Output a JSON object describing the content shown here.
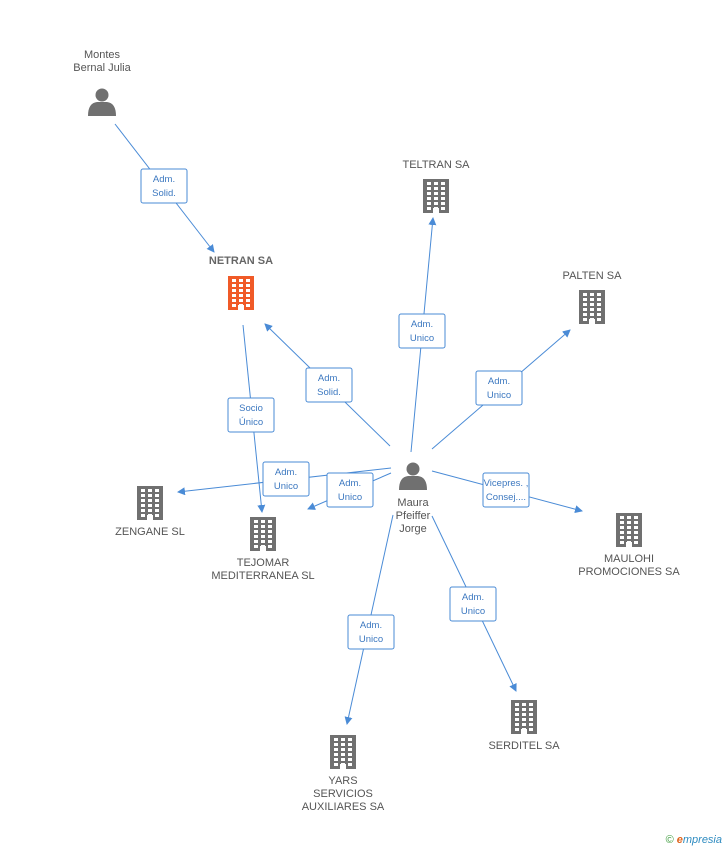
{
  "colors": {
    "edge": "#4a8bd6",
    "person": "#707070",
    "company": "#707070",
    "focus_company": "#f05a28"
  },
  "nodes": [
    {
      "id": "montes",
      "kind": "person",
      "lines": [
        "Montes",
        "Bernal Julia"
      ]
    },
    {
      "id": "netran",
      "kind": "company",
      "focus": true,
      "lines": [
        "NETRAN SA"
      ]
    },
    {
      "id": "teltran",
      "kind": "company",
      "lines": [
        "TELTRAN SA"
      ]
    },
    {
      "id": "palten",
      "kind": "company",
      "lines": [
        "PALTEN SA"
      ]
    },
    {
      "id": "maura",
      "kind": "person",
      "lines": [
        "Maura",
        "Pfeiffer",
        "Jorge"
      ]
    },
    {
      "id": "zengane",
      "kind": "company",
      "lines": [
        "ZENGANE SL"
      ]
    },
    {
      "id": "tejomar",
      "kind": "company",
      "lines": [
        "TEJOMAR",
        "MEDITERRANEA SL"
      ]
    },
    {
      "id": "maulohi",
      "kind": "company",
      "lines": [
        "MAULOHI",
        "PROMOCIONES SA"
      ]
    },
    {
      "id": "yars",
      "kind": "company",
      "lines": [
        "YARS",
        "SERVICIOS",
        "AUXILIARES SA"
      ]
    },
    {
      "id": "serditel",
      "kind": "company",
      "lines": [
        "SERDITEL SA"
      ]
    }
  ],
  "edges": [
    {
      "from": "montes",
      "to": "netran",
      "label": [
        "Adm.",
        "Solid."
      ]
    },
    {
      "from": "maura",
      "to": "netran",
      "label": [
        "Adm.",
        "Solid."
      ]
    },
    {
      "from": "netran",
      "to": "tejomar",
      "label": [
        "Socio",
        "Único"
      ]
    },
    {
      "from": "maura",
      "to": "teltran",
      "label": [
        "Adm.",
        "Unico"
      ]
    },
    {
      "from": "maura",
      "to": "palten",
      "label": [
        "Adm.",
        "Unico"
      ]
    },
    {
      "from": "maura",
      "to": "zengane",
      "label": [
        "Adm.",
        "Unico"
      ]
    },
    {
      "from": "maura",
      "to": "tejomar",
      "label": [
        "Adm.",
        "Unico"
      ]
    },
    {
      "from": "maura",
      "to": "maulohi",
      "label": [
        "Vicepres. ,",
        "Consej...."
      ]
    },
    {
      "from": "maura",
      "to": "yars",
      "label": [
        "Adm.",
        "Unico"
      ]
    },
    {
      "from": "maura",
      "to": "serditel",
      "label": [
        "Adm.",
        "Unico"
      ]
    }
  ],
  "footer": {
    "copyright": "©",
    "brand_first": "e",
    "brand_rest": "mpresia"
  }
}
